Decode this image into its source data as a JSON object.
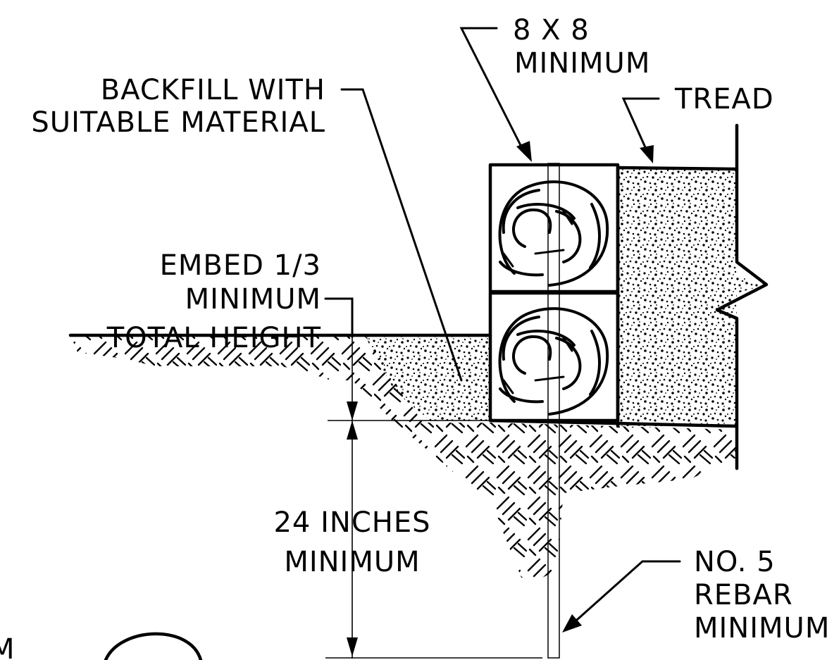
{
  "labels": {
    "timber_size": [
      "8 X 8",
      "MINIMUM"
    ],
    "tread": "TREAD",
    "backfill": [
      "BACKFILL WITH",
      "SUITABLE MATERIAL"
    ],
    "embed": [
      "EMBED 1/3",
      "MINIMUM",
      "TOTAL HEIGHT"
    ],
    "depth": [
      "24 INCHES",
      "MINIMUM"
    ],
    "rebar": [
      "NO. 5",
      "REBAR",
      "MINIMUM"
    ],
    "edge_fragment": "M"
  },
  "colors": {
    "ink": "#000000",
    "paper": "#ffffff"
  }
}
